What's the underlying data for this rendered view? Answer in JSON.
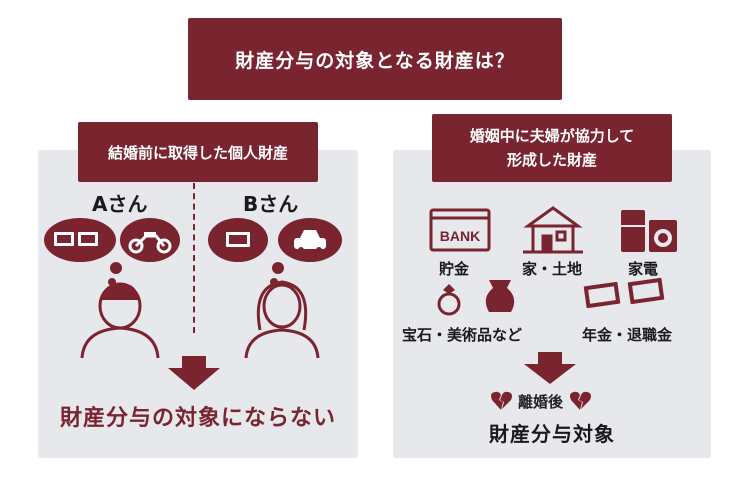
{
  "title": "財産分与の対象となる財産は？",
  "left": {
    "header": "結婚前に取得した個人財産",
    "person_a": "Aさん",
    "person_b": "Bさん",
    "result": "財産分与の対象にならない"
  },
  "right": {
    "header_line1": "婚姻中に夫婦が協力して",
    "header_line2": "形成した財産",
    "assets": {
      "savings": "貯金",
      "house_land": "家・土地",
      "appliances": "家電",
      "jewelry_art": "宝石・美術品など",
      "pension": "年金・退職金"
    },
    "bank_sign": "BANK",
    "after": "離婚後",
    "result": "財産分与対象"
  },
  "colors": {
    "accent": "#7a2430",
    "panel": "#e6e8ec"
  },
  "icons": [
    "money-icon",
    "motorcycle-icon",
    "car-icon",
    "person-male-icon",
    "person-female-icon",
    "bank-icon",
    "house-icon",
    "appliance-icon",
    "ring-icon",
    "vase-icon",
    "broken-heart-icon",
    "arrow-down-icon"
  ]
}
